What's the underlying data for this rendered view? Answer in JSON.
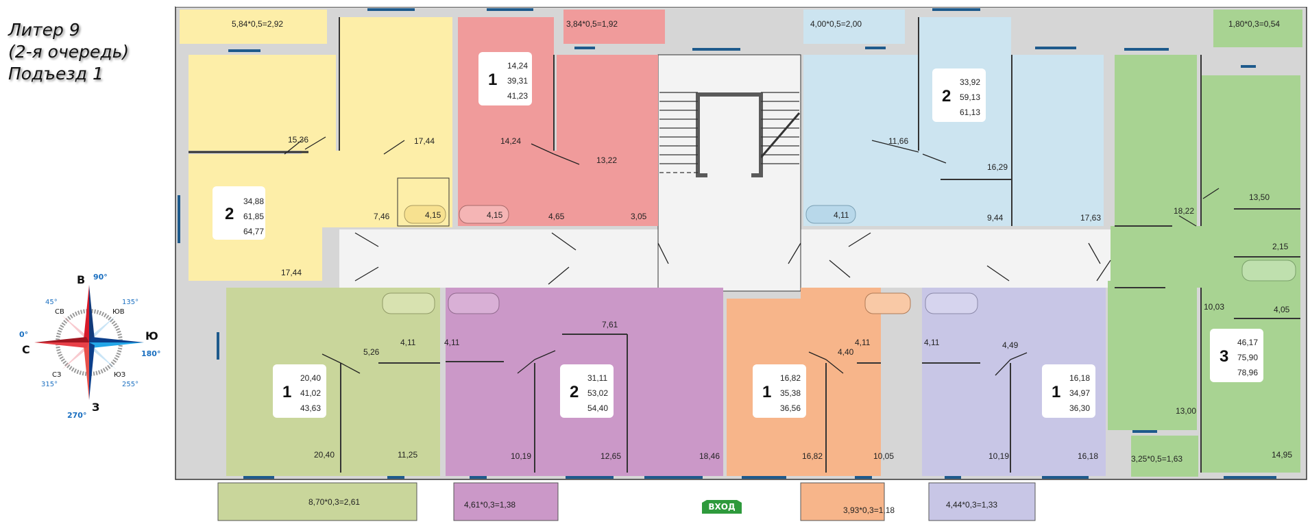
{
  "header": {
    "lines": [
      "Литер 9",
      "(2-я очередь)",
      "Подъезд 1"
    ]
  },
  "compass": {
    "directions": {
      "north": "С",
      "east": "В",
      "south": "Ю",
      "west": "З"
    },
    "intercardinal": {
      "ne": "СВ",
      "se": "ЮВ",
      "sw": "ЮЗ",
      "nw": "СЗ"
    },
    "degrees": {
      "north": "0°",
      "east": "90°",
      "south": "180°",
      "west": "270°",
      "ne": "45°",
      "se": "135°",
      "sw": "255°",
      "nw": "315°"
    }
  },
  "entrance_label": "ВХОД",
  "colors": {
    "yellow": "#fdeea8",
    "red": "#f09b9b",
    "blue": "#cce4f0",
    "green": "#a8d392",
    "olive": "#c9d69b",
    "purple": "#cb98c8",
    "orange": "#f7b58a",
    "lavender": "#c8c6e6",
    "common": "#f3f3f3",
    "wall": "#d6d6d6",
    "window": "#1e5a8c",
    "entrance": "#2e9a3c"
  },
  "apartments": [
    {
      "id": "yellow",
      "rooms": 2,
      "living": "34,88",
      "total": "61,85",
      "total_with_balcony": "64,77",
      "areas": [
        "15,36",
        "17,44",
        "7,46",
        "4,15",
        "17,44"
      ],
      "balcony": "5,84*0,5=2,92"
    },
    {
      "id": "red",
      "rooms": 1,
      "living": "14,24",
      "total": "39,31",
      "total_with_balcony": "41,23",
      "areas": [
        "14,24",
        "13,22",
        "4,65",
        "4,15",
        "3,05"
      ],
      "balcony": "3,84*0,5=1,92"
    },
    {
      "id": "blue",
      "rooms": 2,
      "living": "33,92",
      "total": "59,13",
      "total_with_balcony": "61,13",
      "areas": [
        "11,66",
        "16,29",
        "9,44",
        "4,11",
        "17,63"
      ],
      "balcony": "4,00*0,5=2,00"
    },
    {
      "id": "green",
      "rooms": 3,
      "living": "46,17",
      "total": "75,90",
      "total_with_balcony": "78,96",
      "areas": [
        "18,22",
        "13,50",
        "2,15",
        "10,03",
        "4,05",
        "13,00",
        "14,95"
      ],
      "balconies": [
        "1,80*0,3=0,54",
        "3,25*0,5=1,63"
      ]
    },
    {
      "id": "olive",
      "rooms": 1,
      "living": "20,40",
      "total": "41,02",
      "total_with_balcony": "43,63",
      "areas": [
        "5,26",
        "4,11",
        "20,40",
        "11,25"
      ],
      "balcony": "8,70*0,3=2,61"
    },
    {
      "id": "purple",
      "rooms": 2,
      "living": "31,11",
      "total": "53,02",
      "total_with_balcony": "54,40",
      "areas": [
        "4,11",
        "7,61",
        "10,19",
        "12,65",
        "18,46"
      ],
      "balcony": "4,61*0,3=1,38"
    },
    {
      "id": "orange",
      "rooms": 1,
      "living": "16,82",
      "total": "35,38",
      "total_with_balcony": "36,56",
      "areas": [
        "4,40",
        "4,11",
        "16,82",
        "10,05"
      ],
      "balcony": "3,93*0,3=1,18"
    },
    {
      "id": "lavender",
      "rooms": 1,
      "living": "16,18",
      "total": "34,97",
      "total_with_balcony": "36,30",
      "areas": [
        "4,11",
        "4,49",
        "10,19",
        "16,18"
      ],
      "balcony": "4,44*0,3=1,33"
    }
  ]
}
